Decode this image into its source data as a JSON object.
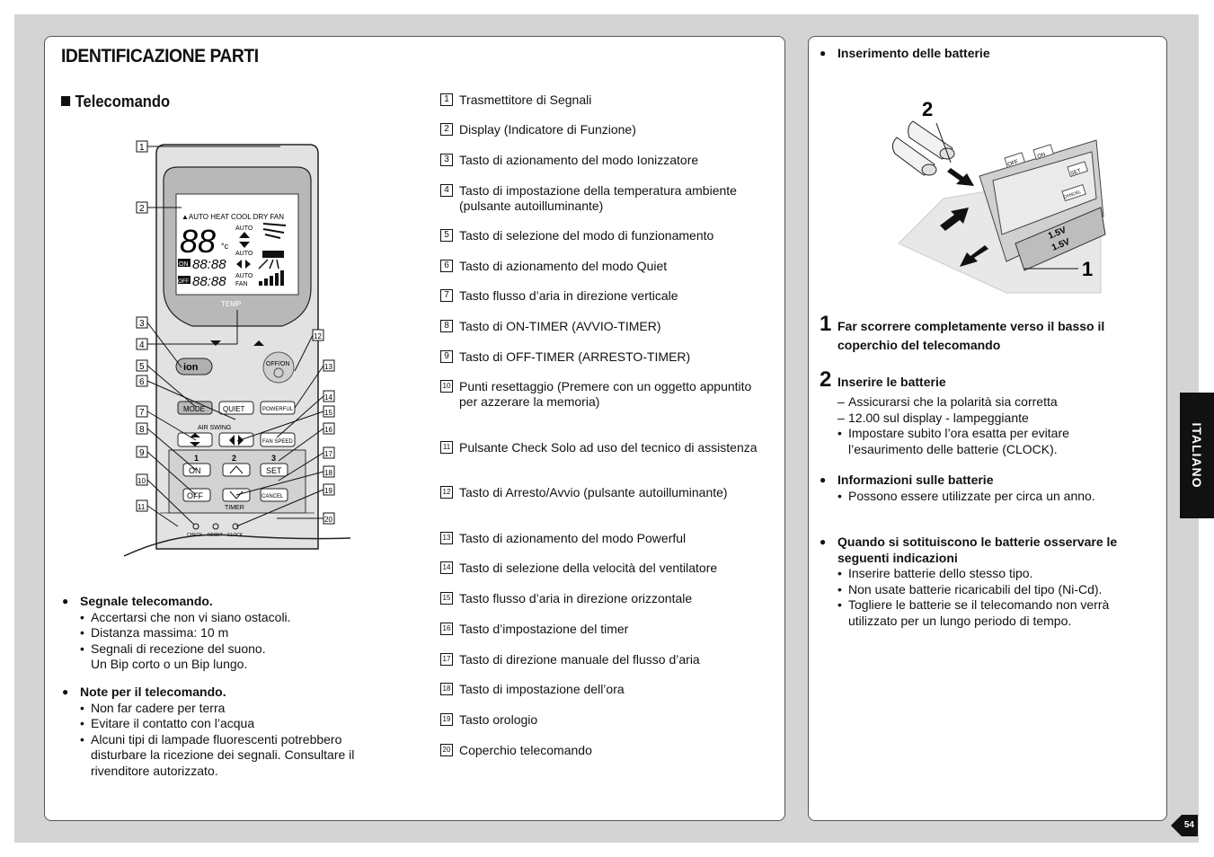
{
  "left": {
    "title": "IDENTIFICAZIONE PARTI",
    "subtitle": "Telecomando",
    "remote": {
      "display_modes": "▲AUTO HEAT COOL DRY FAN",
      "digits_main": "88",
      "unit": "°c",
      "timer_on_label": "ON",
      "timer_off_label": "OFF",
      "timer_digits": "88:88",
      "auto1": "AUTO",
      "auto2": "AUTO",
      "auto3": "AUTO",
      "fan_label": "FAN",
      "temp_label": "TEMP",
      "ion_label": "ion",
      "offon_label": "OFF/ON",
      "mode_label": "MODE",
      "quiet_label": "QUIET",
      "powerful_label": "POWERFUL",
      "air_swing_label": "AIR SWING",
      "fan_speed_label": "FAN SPEED",
      "step1": "1",
      "step2": "2",
      "step3": "3",
      "on_label": "ON",
      "off_label": "OFF",
      "set_label": "SET",
      "cancel_label": "CANCEL",
      "timer_label": "TIMER",
      "check_label": "CHECK",
      "reset_label": "RESET",
      "clock_label": "CLOCK"
    },
    "callouts": [
      "1",
      "2",
      "3",
      "4",
      "5",
      "6",
      "7",
      "8",
      "9",
      "10",
      "11",
      "12",
      "13",
      "14",
      "15",
      "16",
      "17",
      "18",
      "19",
      "20"
    ],
    "signal": {
      "title": "Segnale telecomando.",
      "items": [
        "Accertarsi che non vi siano ostacoli.",
        "Distanza massima: 10 m",
        "Segnali di recezione del suono."
      ],
      "cont": "Un Bip corto o un Bip lungo."
    },
    "notes": {
      "title": "Note per il telecomando.",
      "items": [
        "Non far cadere per terra",
        "Evitare il contatto con l’acqua",
        "Alcuni tipi di lampade fluorescenti potrebbero disturbare la ricezione dei segnali. Consultare il rivenditore autorizzato."
      ]
    },
    "parts": [
      "Trasmettitore di Segnali",
      "Display (Indicatore di Funzione)",
      "Tasto di azionamento del modo Ionizzatore",
      "Tasto di impostazione della temperatura ambiente (pulsante autoilluminante)",
      "Tasto di selezione del modo di funzionamento",
      "Tasto di azionamento del modo Quiet",
      "Tasto flusso d’aria in direzione verticale",
      "Tasto di ON-TIMER (AVVIO-TIMER)",
      "Tasto di OFF-TIMER (ARRESTO-TIMER)",
      "Punti resettaggio (Premere con un oggetto appuntito per azzerare la memoria)",
      "Pulsante Check Solo ad uso del tecnico di assistenza",
      "Tasto di Arresto/Avvio (pulsante autoilluminante)",
      "Tasto di azionamento del modo Powerful",
      "Tasto di selezione della velocità del ventilatore",
      "Tasto flusso d’aria in direzione orizzontale",
      "Tasto d’impostazione del timer",
      "Tasto di direzione manuale del flusso d’aria",
      "Tasto di impostazione dell’ora",
      "Tasto orologio",
      "Coperchio telecomando"
    ]
  },
  "right": {
    "battery_title": "Inserimento delle batterie",
    "fig": {
      "label2": "2",
      "label1": "1",
      "batt1": "1.5V",
      "batt2": "1.5V",
      "btn_off": "OFF",
      "btn_on": "ON",
      "btn_set": "SET",
      "btn_cancel": "CANCEL"
    },
    "step1_num": "1",
    "step1_text": "Far scorrere completamente verso il basso il coperchio del telecomando",
    "step2_num": "2",
    "step2_text": "Inserire le batterie",
    "step2_items": [
      "Assicurarsi che la polarità sia corretta",
      "12.00 sul display - lampeggiante"
    ],
    "step2_bullet": "Impostare subito l’ora esatta per evitare l’esaurimento delle batterie (CLOCK).",
    "info_title": "Informazioni sulle batterie",
    "info_items": [
      "Possono essere utilizzate per circa un anno."
    ],
    "replace_title": "Quando si sotituiscono le batterie osservare le seguenti indicazioni",
    "replace_items": [
      "Inserire batterie dello stesso tipo.",
      "Non usate batterie ricaricabili del tipo (Ni-Cd).",
      "Togliere le batterie se il telecomando non verrà utilizzato per un lungo periodo di tempo."
    ]
  },
  "side_tab": "ITALIANO",
  "page_number": "54"
}
